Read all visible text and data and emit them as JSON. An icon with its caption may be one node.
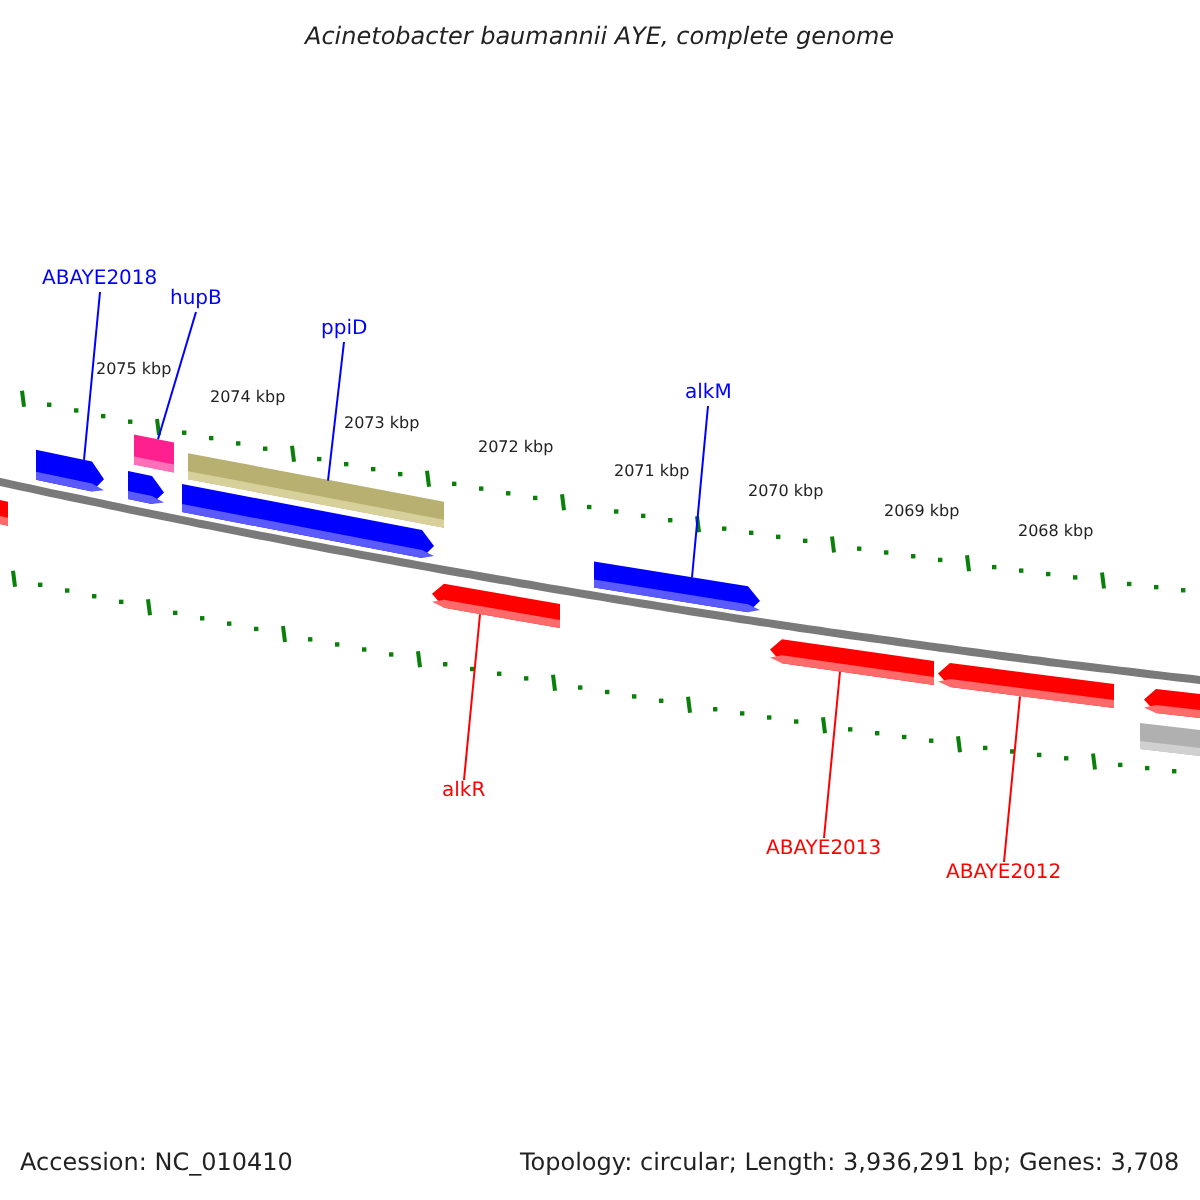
{
  "diagram": {
    "title": "Acinetobacter baumannii AYE, complete genome",
    "nodes": [
      {
        "text": [
          "ABAYE2018"
        ]
      },
      {
        "text": [
          "hupB"
        ]
      },
      {
        "text": [
          "ppiD"
        ]
      },
      {
        "text": [
          "alkM"
        ]
      },
      {
        "text": [
          "alkR"
        ]
      },
      {
        "text": [
          "ABAYE2013"
        ]
      },
      {
        "text": [
          "ABAYE2012"
        ]
      },
      {
        "text": [],
        "shape": "bar"
      },
      {
        "text": [],
        "shape": "bar"
      },
      {
        "text": [],
        "shape": "bar"
      },
      {
        "text": [],
        "shape": "bar"
      },
      {
        "text": [],
        "shape": "bar"
      },
      {
        "text": [],
        "shape": "bar"
      },
      {
        "text": [],
        "shape": "bar"
      },
      {
        "text": [],
        "shape": "bar"
      },
      {
        "text": [],
        "shape": "bar"
      },
      {
        "text": [],
        "shape": "bar"
      },
      {
        "text": [],
        "shape": "bar"
      },
      {
        "text": [],
        "shape": "bar"
      }
    ],
    "edges": [
      {
        "from": 0,
        "to": 8,
        "arrow": "none"
      },
      {
        "from": 1,
        "to": 9,
        "arrow": "none"
      },
      {
        "from": 2,
        "to": 11,
        "arrow": "none"
      },
      {
        "from": 3,
        "to": 14,
        "arrow": "none"
      },
      {
        "from": 4,
        "to": 13,
        "arrow": "none",
        "color": "#ff0000"
      },
      {
        "from": 5,
        "to": 15,
        "arrow": "none",
        "color": "#ff0000"
      },
      {
        "from": 6,
        "to": 16,
        "arrow": "none",
        "color": "#ff0000"
      }
    ],
    "labels": [
      "2075 kbp",
      "2074 kbp",
      "2073 kbp",
      "2072 kbp",
      "2071 kbp",
      "2070 kbp",
      "2069 kbp",
      "2068 kbp",
      "Accession: NC_010410",
      "Topology: circular; Length: 3,936,291 bp; Genes: 3,708"
    ]
  }
}
